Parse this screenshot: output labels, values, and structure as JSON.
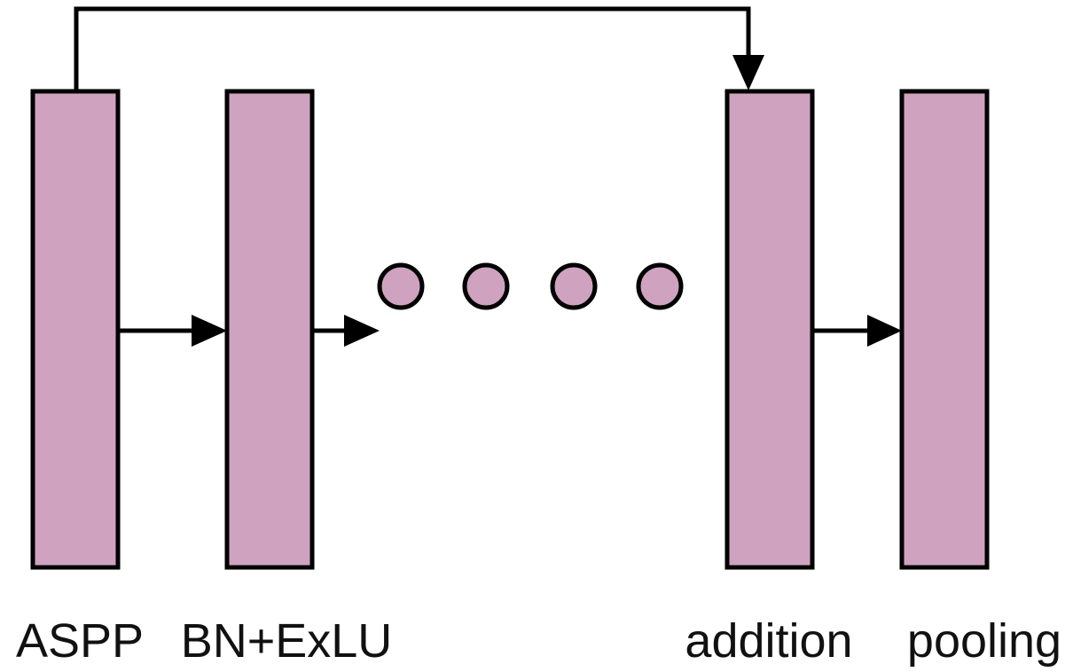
{
  "labels": {
    "aspp": "ASPP",
    "bn_exlu": "BN+ExLU",
    "addition": "addition",
    "pooling": "pooling"
  },
  "colors": {
    "block_fill": "#cfa3bf",
    "block_stroke": "#000000",
    "dot_fill": "#cfa3bf",
    "arrow": "#000000"
  }
}
